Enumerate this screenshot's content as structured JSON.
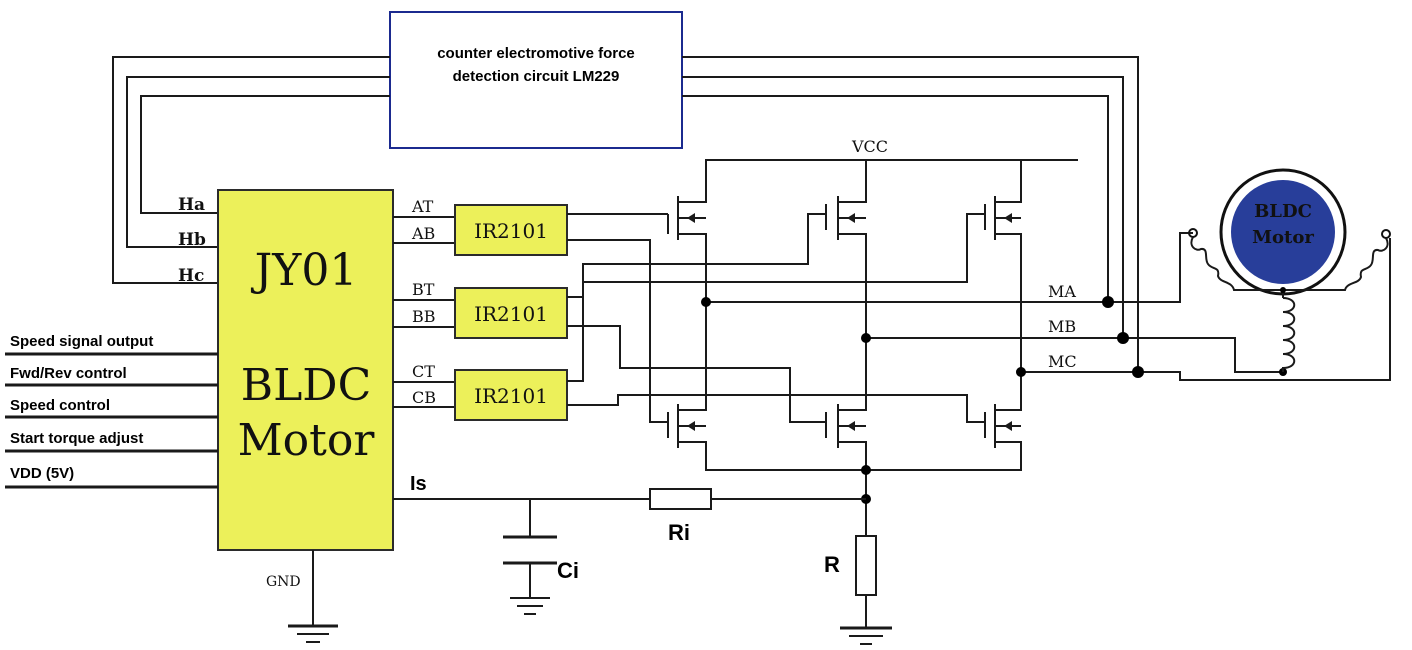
{
  "colors": {
    "chip_fill": "#ecf05a",
    "chip_stroke": "#2b2b2b",
    "detector_border": "#1b2a8f",
    "motor_outer": "#ffffff",
    "motor_inner": "#283e9a",
    "wire": "#1a1a1a"
  },
  "detector": {
    "line1": "counter electromotive force",
    "line2": "detection circuit LM229"
  },
  "controller": {
    "name": "JY01",
    "title_line1": "BLDC",
    "title_line2": "Motor",
    "hall_pins": [
      "Ha",
      "Hb",
      "Hc"
    ],
    "out_pins": [
      "AT",
      "AB",
      "BT",
      "BB",
      "CT",
      "CB"
    ],
    "sense_pin": "Is",
    "ground_pin": "GND"
  },
  "inputs": [
    "Speed signal output",
    "Fwd/Rev control",
    "Speed control",
    "Start torque adjust",
    "VDD (5V)"
  ],
  "drivers": [
    {
      "label": "IR2101"
    },
    {
      "label": "IR2101"
    },
    {
      "label": "IR2101"
    }
  ],
  "supply": "VCC",
  "phases": [
    "MA",
    "MB",
    "MC"
  ],
  "motor": {
    "line1": "BLDC",
    "line2": "Motor"
  },
  "components": {
    "ri": "Ri",
    "ci": "Ci",
    "r": "R"
  }
}
